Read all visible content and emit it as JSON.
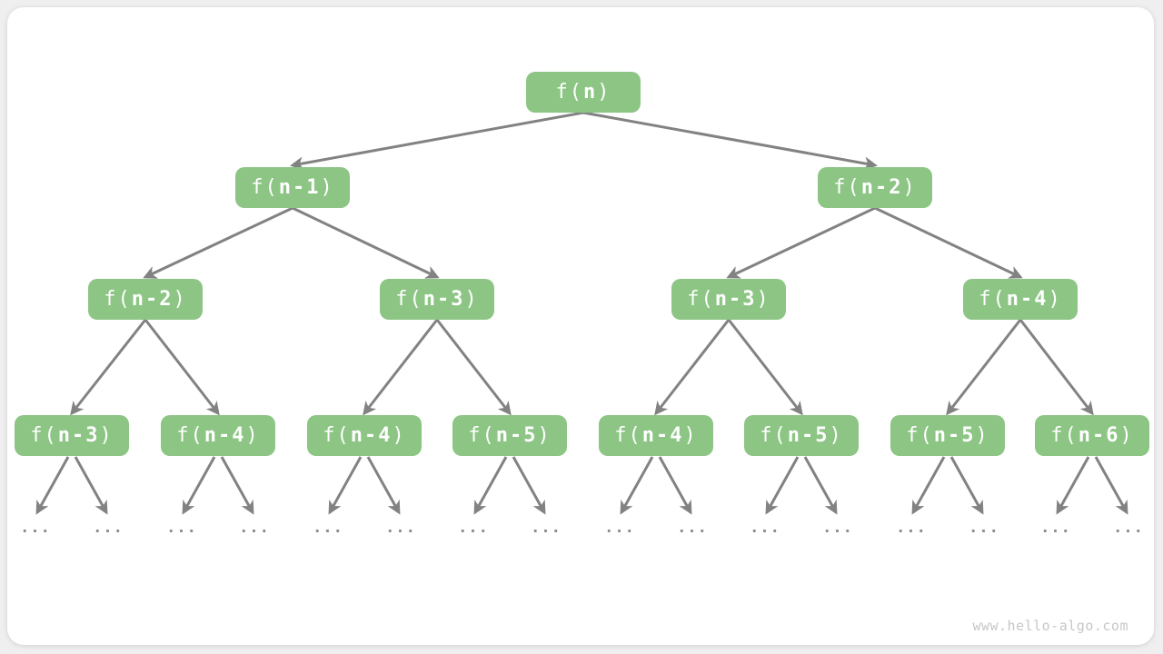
{
  "diagram": {
    "description": "Recursion tree of fibonacci-style calls f(n)",
    "watermark": "www.hello-algo.com",
    "ellipsis_label": "...",
    "colors": {
      "node_fill": "#8DC585",
      "node_text": "#FFFFFF",
      "edge": "#828282",
      "ellipsis_text": "#8C8C8C",
      "watermark_text": "#C7C7C7",
      "card_background": "#FFFFFF",
      "page_background": "#EFEFEF"
    },
    "nodes": [
      {
        "id": "n0",
        "label": "f(n)",
        "prefix": "f(",
        "arg": "n",
        "suffix": ")",
        "parent": null
      },
      {
        "id": "n1",
        "label": "f(n-1)",
        "prefix": "f(",
        "arg": "n-1",
        "suffix": ")",
        "parent": "n0"
      },
      {
        "id": "n2",
        "label": "f(n-2)",
        "prefix": "f(",
        "arg": "n-2",
        "suffix": ")",
        "parent": "n0"
      },
      {
        "id": "n3",
        "label": "f(n-2)",
        "prefix": "f(",
        "arg": "n-2",
        "suffix": ")",
        "parent": "n1"
      },
      {
        "id": "n4",
        "label": "f(n-3)",
        "prefix": "f(",
        "arg": "n-3",
        "suffix": ")",
        "parent": "n1"
      },
      {
        "id": "n5",
        "label": "f(n-3)",
        "prefix": "f(",
        "arg": "n-3",
        "suffix": ")",
        "parent": "n2"
      },
      {
        "id": "n6",
        "label": "f(n-4)",
        "prefix": "f(",
        "arg": "n-4",
        "suffix": ")",
        "parent": "n2"
      },
      {
        "id": "n7",
        "label": "f(n-3)",
        "prefix": "f(",
        "arg": "n-3",
        "suffix": ")",
        "parent": "n3"
      },
      {
        "id": "n8",
        "label": "f(n-4)",
        "prefix": "f(",
        "arg": "n-4",
        "suffix": ")",
        "parent": "n3"
      },
      {
        "id": "n9",
        "label": "f(n-4)",
        "prefix": "f(",
        "arg": "n-4",
        "suffix": ")",
        "parent": "n4"
      },
      {
        "id": "n10",
        "label": "f(n-5)",
        "prefix": "f(",
        "arg": "n-5",
        "suffix": ")",
        "parent": "n4"
      },
      {
        "id": "n11",
        "label": "f(n-4)",
        "prefix": "f(",
        "arg": "n-4",
        "suffix": ")",
        "parent": "n5"
      },
      {
        "id": "n12",
        "label": "f(n-5)",
        "prefix": "f(",
        "arg": "n-5",
        "suffix": ")",
        "parent": "n5"
      },
      {
        "id": "n13",
        "label": "f(n-5)",
        "prefix": "f(",
        "arg": "n-5",
        "suffix": ")",
        "parent": "n6"
      },
      {
        "id": "n14",
        "label": "f(n-6)",
        "prefix": "f(",
        "arg": "n-6",
        "suffix": ")",
        "parent": "n6"
      }
    ]
  }
}
